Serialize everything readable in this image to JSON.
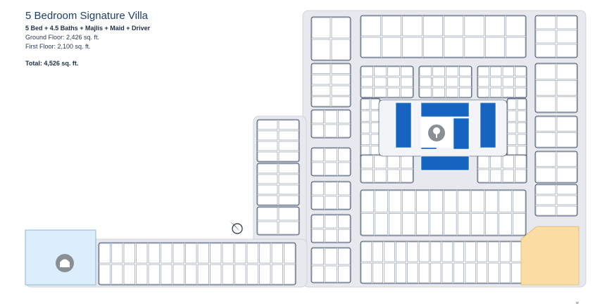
{
  "villa": {
    "title": "5 Bedroom Signature Villa",
    "specs": "5 Bed + 4.5 Baths + Majlis + Maid + Driver",
    "ground_floor": "Ground Floor: 2,426 sq. ft.",
    "first_floor": "First Floor: 2,100 sq. ft.",
    "total": "Total: 4,526 sq. ft."
  },
  "footnote": "w",
  "map": {
    "colors": {
      "road": "#e7e9ee",
      "plot_stroke": "#2c3e5c",
      "highlight": "#1565c0",
      "mosque_area": "#dceefb",
      "amenity_area": "#fbdca3",
      "icon_circle": "#8a8f96"
    },
    "icons": [
      "tree-icon",
      "mosque-icon",
      "compass-icon"
    ]
  }
}
